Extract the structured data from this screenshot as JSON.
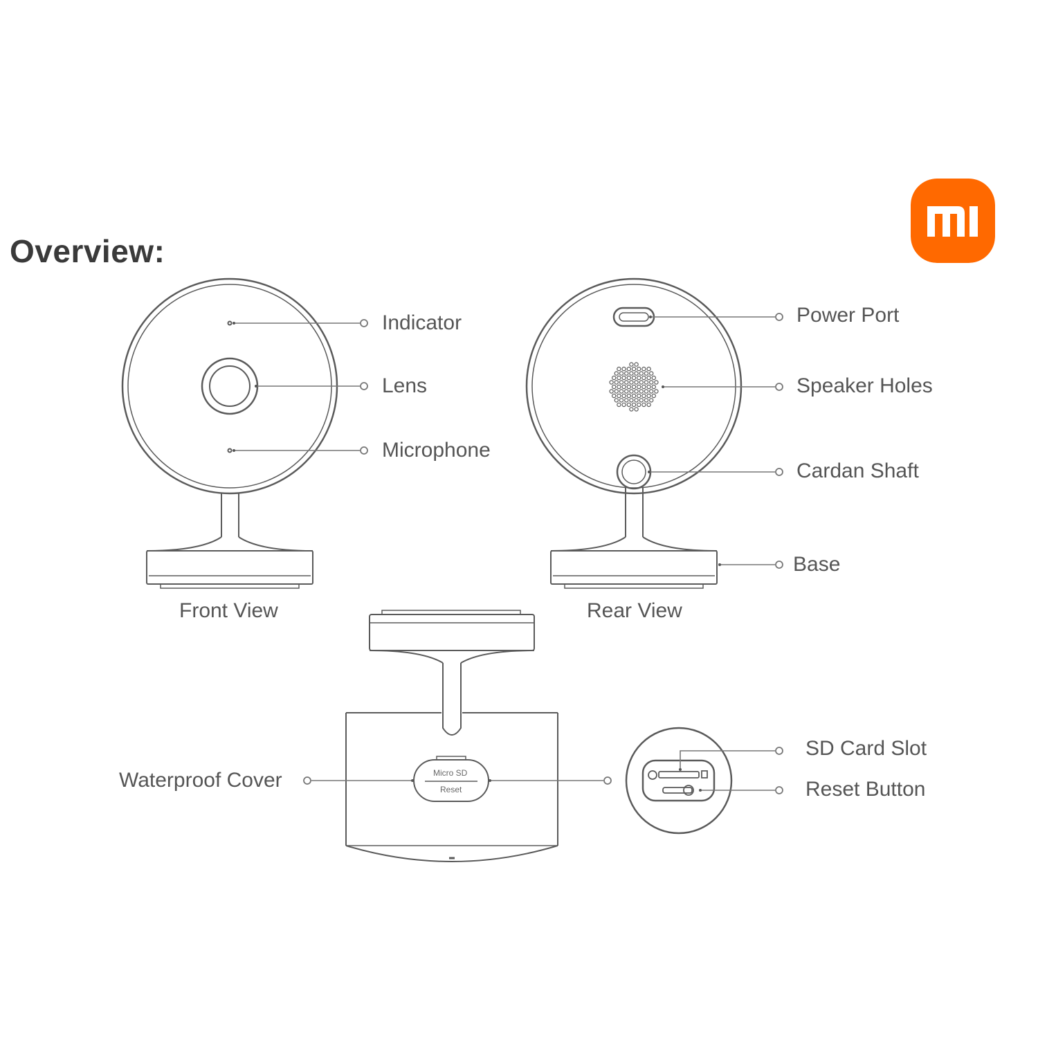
{
  "title": "Overview:",
  "brand": {
    "logo_text": "mi",
    "color": "#FF6900"
  },
  "front_view": {
    "caption": "Front View",
    "labels": {
      "indicator": "Indicator",
      "lens": "Lens",
      "microphone": "Microphone"
    }
  },
  "rear_view": {
    "caption": "Rear View",
    "labels": {
      "power_port": "Power Port",
      "speaker_holes": "Speaker Holes",
      "cardan_shaft": "Cardan Shaft",
      "base": "Base"
    }
  },
  "bottom_view": {
    "labels": {
      "waterproof_cover": "Waterproof Cover",
      "sd_card_slot": "SD Card Slot",
      "reset_button": "Reset Button"
    },
    "cover_text": {
      "line1": "Micro SD",
      "line2": "Reset"
    }
  },
  "colors": {
    "outline": "#555555",
    "text": "#555555"
  }
}
